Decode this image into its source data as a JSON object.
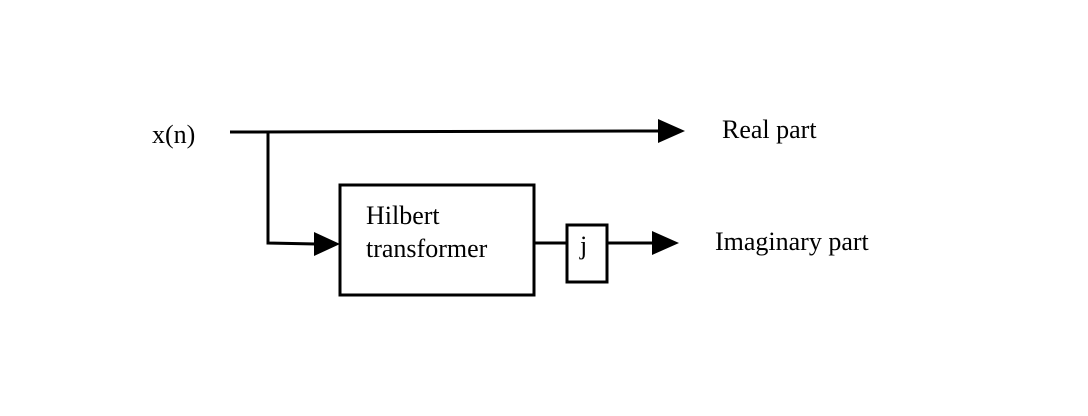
{
  "input": {
    "label": "x(n)"
  },
  "block": {
    "line1": "Hilbert",
    "line2": "transformer"
  },
  "multiplier": {
    "label": "j"
  },
  "outputs": {
    "real": "Real part",
    "imaginary": "Imaginary part"
  }
}
